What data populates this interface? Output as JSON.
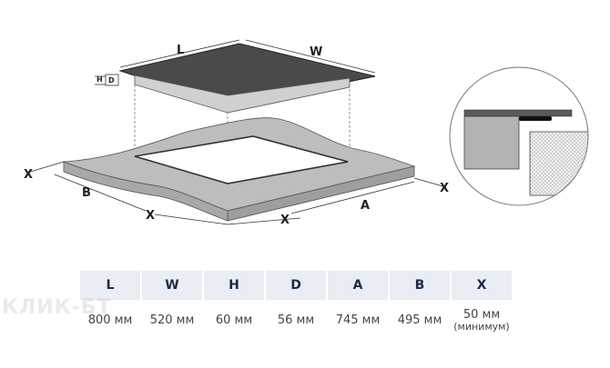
{
  "labels": {
    "L": "L",
    "W": "W",
    "H": "H",
    "D": "D",
    "A": "A",
    "B": "B",
    "X": "X"
  },
  "table": {
    "headers": [
      "L",
      "W",
      "H",
      "D",
      "A",
      "B",
      "X"
    ],
    "values": [
      "800 мм",
      "520 мм",
      "60 мм",
      "56 мм",
      "745 мм",
      "495 мм",
      "50 мм"
    ],
    "x_note": "(минимум)"
  },
  "watermark": "КЛИК-БТ",
  "colors": {
    "glass": "#4a4a4a",
    "frame": "#cfcfcf",
    "countertop": "#b7b7b7",
    "table_header": "#e9edf4"
  }
}
